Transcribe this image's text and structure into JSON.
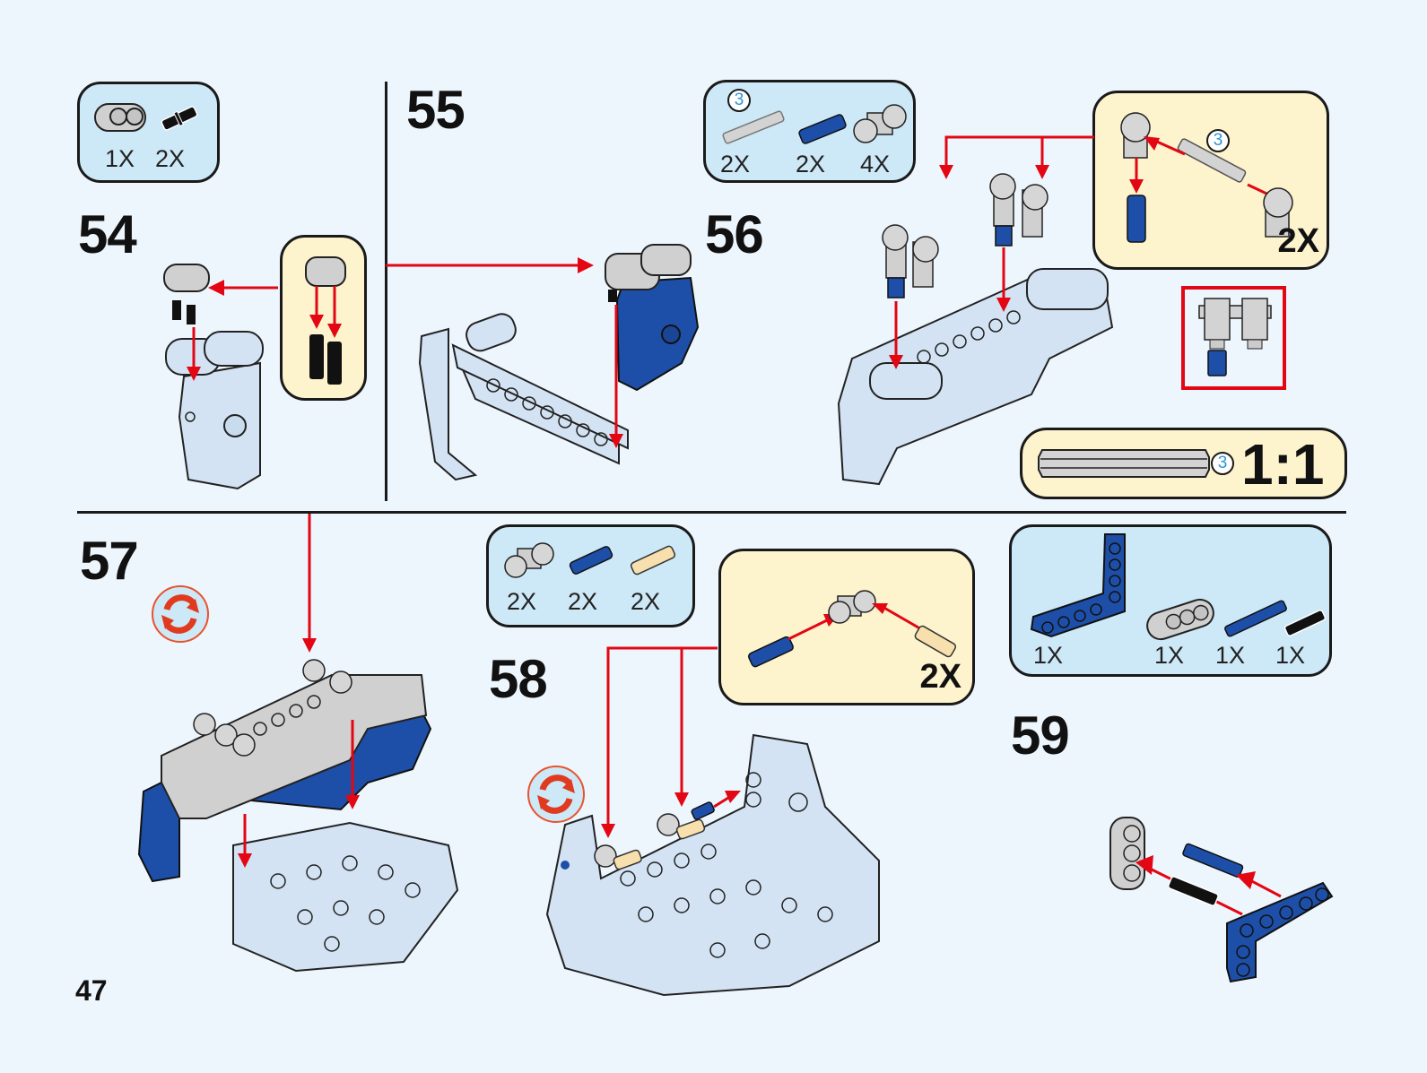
{
  "page": {
    "page_number": "47",
    "background_color": "#eef6fd",
    "parts_box_color": "#cde8f6",
    "subassembly_box_color": "#fdf3cc",
    "arrow_color": "#e30613",
    "blue_part_color": "#1e4fa8"
  },
  "steps": [
    {
      "number": "54",
      "parts": [
        {
          "name": "beam-2-light-gray-icon",
          "qty": "1X"
        },
        {
          "name": "friction-pin-black-icon",
          "qty": "2X"
        }
      ]
    },
    {
      "number": "55",
      "parts": []
    },
    {
      "number": "56",
      "parts": [
        {
          "name": "axle-3-light-gray-icon",
          "qty": "2X",
          "length_badge": "3"
        },
        {
          "name": "axle-pin-blue-icon",
          "qty": "2X"
        },
        {
          "name": "cross-block-light-gray-icon",
          "qty": "4X"
        }
      ],
      "subassembly": {
        "multiplier": "2X",
        "axle_badge": "3"
      },
      "scale_reference": {
        "badge": "3",
        "ratio": "1:1"
      }
    },
    {
      "number": "57",
      "rotate_icon": "rotate-model-icon",
      "parts": []
    },
    {
      "number": "58",
      "rotate_icon": "rotate-model-icon",
      "parts": [
        {
          "name": "cross-block-light-gray-icon",
          "qty": "2X"
        },
        {
          "name": "axle-pin-blue-icon",
          "qty": "2X"
        },
        {
          "name": "axle-pin-tan-icon",
          "qty": "2X"
        }
      ],
      "subassembly": {
        "multiplier": "2X"
      }
    },
    {
      "number": "59",
      "parts": [
        {
          "name": "l-beam-blue-icon",
          "qty": "1X"
        },
        {
          "name": "beam-3-light-gray-icon",
          "qty": "1X"
        },
        {
          "name": "long-pin-blue-icon",
          "qty": "1X"
        },
        {
          "name": "friction-pin-black-icon",
          "qty": "1X"
        }
      ]
    }
  ]
}
